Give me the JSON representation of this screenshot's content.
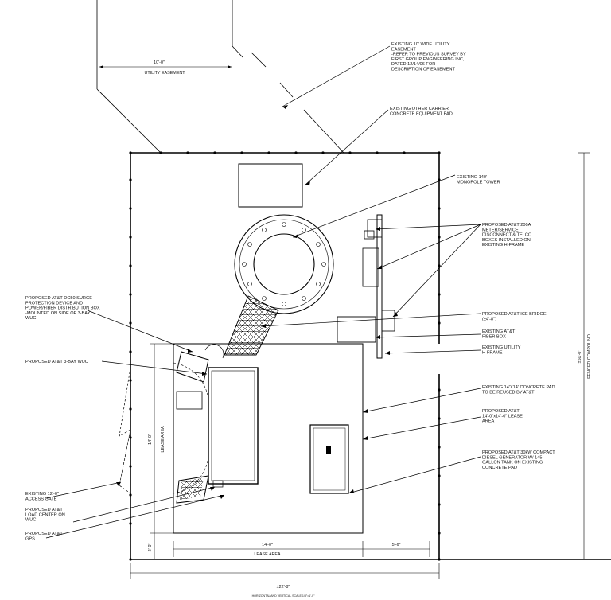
{
  "callouts": {
    "easement": [
      "EXISTING 10' WIDE UTILITY",
      "EASEMENT",
      "-REFER TO PREVIOUS SURVEY BY",
      "FIRST GROUP ENGINEERING INC,",
      "DATED 12/14/06 FOR",
      "DESCRIPTION OF EASEMENT"
    ],
    "other_pad": [
      "EXISTING OTHER CARRIER",
      "CONCRETE EQUIPMENT PAD"
    ],
    "monopole": [
      "EXISTING 140'",
      "MONOPOLE TOWER"
    ],
    "meter": [
      "PROPOSED AT&T 200A",
      "METER/SERVICE",
      "DISCONNECT & TELCO",
      "BOXES INSTALLED ON",
      "EXISTING H-FRAME"
    ],
    "ice_bridge": [
      "PROPOSED AT&T ICE BRIDGE",
      "(±4'-8\")"
    ],
    "fiber_box": [
      "EXISTING AT&T",
      "FIBER BOX"
    ],
    "hframe": [
      "EXISTING UTILITY",
      "H-FRAME"
    ],
    "concrete_pad": [
      "EXISTING 14'X14' CONCRETE PAD",
      "TO BE REUSED BY AT&T"
    ],
    "lease_area": [
      "PROPOSED AT&T",
      "14'-0\"x14'-0\" LEASE",
      "AREA"
    ],
    "generator": [
      "PROPOSED AT&T 30kW COMPACT",
      "DIESEL GENERATOR W/ 145",
      "GALLON TANK ON EXISTING",
      "CONCRETE PAD"
    ],
    "surge": [
      "PROPOSED AT&T DC50 SURGE",
      "PROTECTION DEVICE AND",
      "POWER/FIBER DISTRIBUTION BOX",
      "-MOUNTED ON SIDE OF 3-BAY",
      "WUC"
    ],
    "wuc": [
      "PROPOSED AT&T 3-BAY WUC"
    ],
    "gate": [
      "EXISTING 12'-0\"",
      "ACCESS GATE"
    ],
    "load_center": [
      "PROPOSED AT&T",
      "LOAD CENTER ON",
      "WUC"
    ],
    "gps": [
      "PROPOSED AT&T",
      "GPS"
    ]
  },
  "dimensions": {
    "easement_width": "10'-0\"",
    "easement_label": "UTILITY EASEMENT",
    "fenced_height": "±50'-0\"",
    "fenced_label": "FENCED COMPOUND",
    "lease_height": "14'-0\"",
    "lease_label_vertical": "LEASE AREA",
    "bottom_offset": "2'-0\"",
    "lease_width": "14'-0\"",
    "lease_label": "LEASE AREA",
    "right_offset": "5'-6\"",
    "overall_width": "±22'-8\"",
    "footnote": "HORIZONTAL AND VERTICAL SCALE 1/8\"=1'-0\""
  },
  "colors": {
    "ink": "#000000",
    "paper": "#ffffff"
  }
}
